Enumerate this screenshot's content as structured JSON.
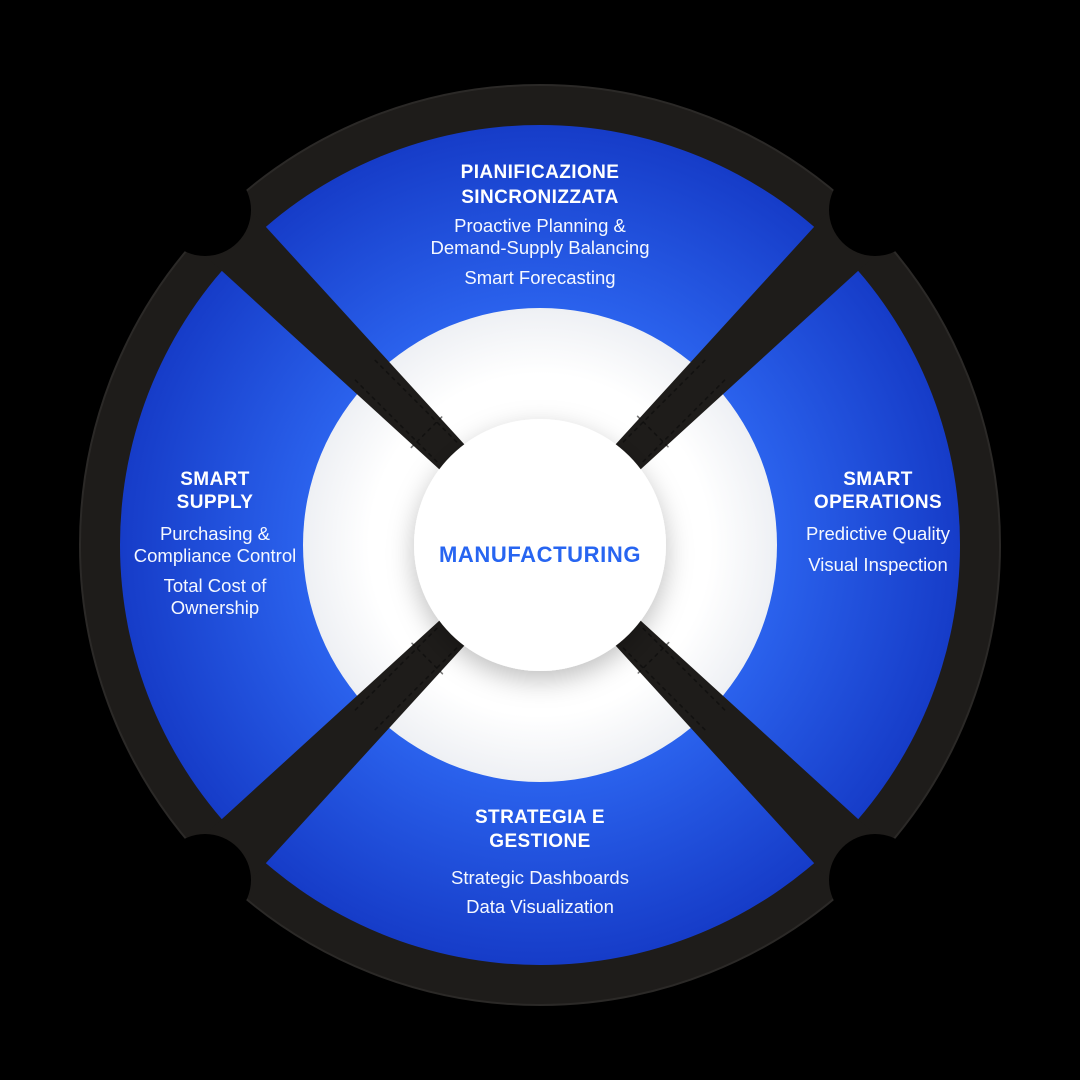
{
  "diagram": {
    "center": {
      "label": "MANUFACTURING"
    },
    "quadrants": [
      {
        "position": "top",
        "title_lines": [
          "PIANIFICAZIONE",
          "SINCRONIZZATA"
        ],
        "items": [
          "Proactive Planning &",
          "Demand-Supply Balancing",
          "Smart Forecasting"
        ]
      },
      {
        "position": "right",
        "title_lines": [
          "SMART",
          "OPERATIONS"
        ],
        "items": [
          "Predictive Quality",
          "Visual Inspection"
        ]
      },
      {
        "position": "bottom",
        "title_lines": [
          "STRATEGIA E",
          "GESTIONE"
        ],
        "items": [
          "Strategic Dashboards",
          "Data Visualization"
        ]
      },
      {
        "position": "left",
        "title_lines": [
          "SMART",
          "SUPPLY"
        ],
        "items": [
          "Purchasing &",
          "Compliance Control",
          "Total Cost of",
          "Ownership"
        ]
      }
    ],
    "colors": {
      "background": "#000000",
      "shape_dark": "#1e1c1a",
      "shape_edge": "#2b2927",
      "blue_light": "#2b63ee",
      "blue_dark": "#163cc8",
      "ring_white": "#ffffff",
      "ring_edge": "#eef0f4",
      "center_text": "#2765f1",
      "text": "#ffffff"
    }
  }
}
